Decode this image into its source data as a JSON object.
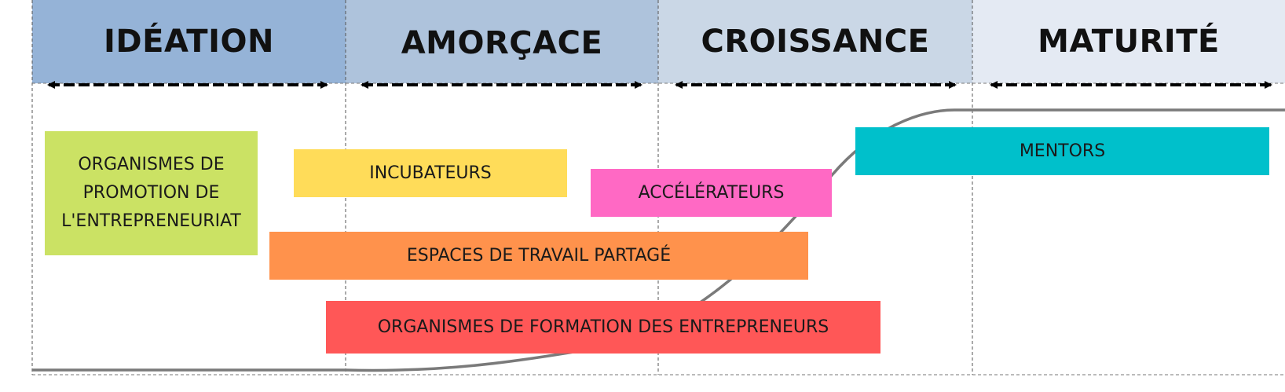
{
  "phases": [
    {
      "title": "IDÉATION",
      "color": "#95b3d7"
    },
    {
      "title": "AMORÇACE",
      "color": "#aec3dc"
    },
    {
      "title": "CROISSANCE",
      "color": "#cad7e6"
    },
    {
      "title": "MATURITÉ",
      "color": "#e4eaf3"
    }
  ],
  "actors": [
    {
      "label": "ORGANISMES DE PROMOTION DE L'ENTREPRENEURIAT",
      "lines": [
        "ORGANISMES DE",
        "PROMOTION DE",
        "L'ENTREPRENEURIAT"
      ],
      "color": "#cbe264"
    },
    {
      "label": "INCUBATEURS",
      "color": "#ffdc59"
    },
    {
      "label": "ACCÉLÉRATEURS",
      "color": "#ff69c4"
    },
    {
      "label": "MENTORS",
      "color": "#00c0cb"
    },
    {
      "label": "ESPACES DE TRAVAIL PARTAGÉ",
      "color": "#ff924c"
    },
    {
      "label": "ORGANISMES DE FORMATION DES ENTREPRENEURS",
      "color": "#ff5757"
    }
  ]
}
